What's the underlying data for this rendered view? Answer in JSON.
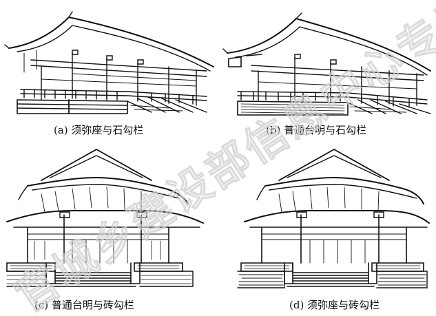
{
  "captions": {
    "a": "(a) 须弥座与石勾栏",
    "b": "(b) 普通台明与石勾栏",
    "c": "(c) 普通台明与砖勾栏",
    "d": "(d) 须弥座与砖勾栏"
  },
  "watermark": "官城乡建设部信息中心专用"
}
